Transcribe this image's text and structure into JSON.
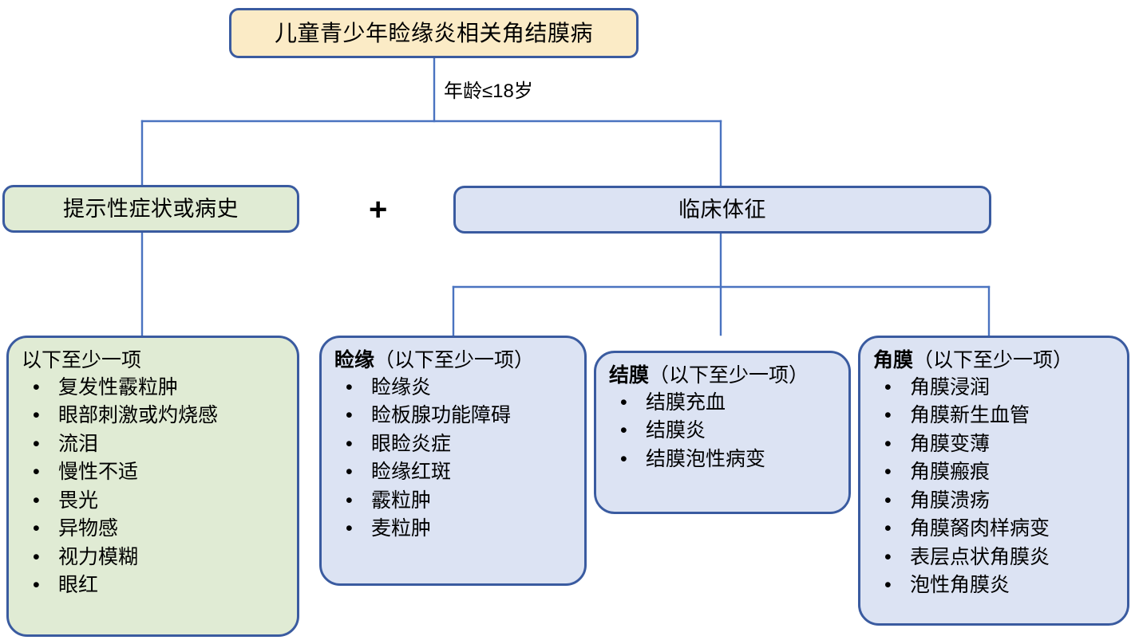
{
  "diagram": {
    "title_node": {
      "label": "儿童青少年睑缘炎相关角结膜病"
    },
    "edge_label_age": "年龄≤18岁",
    "plus_symbol": "+",
    "branch_left": {
      "header": "提示性症状或病史",
      "list_head_plain": "以下至少一项",
      "items": [
        "复发性霰粒肿",
        "眼部刺激或灼烧感",
        "流泪",
        "慢性不适",
        "畏光",
        "异物感",
        "视力模糊",
        "眼红"
      ]
    },
    "branch_right": {
      "header": "临床体征",
      "groups": [
        {
          "title_bold": "睑缘",
          "title_rest": "（以下至少一项）",
          "items": [
            "睑缘炎",
            "睑板腺功能障碍",
            "眼睑炎症",
            "睑缘红斑",
            "霰粒肿",
            "麦粒肿"
          ]
        },
        {
          "title_bold": "结膜",
          "title_rest": "（以下至少一项）",
          "items": [
            "结膜充血",
            "结膜炎",
            "结膜泡性病变"
          ]
        },
        {
          "title_bold": "角膜",
          "title_rest": "（以下至少一项）",
          "items": [
            "角膜浸润",
            "角膜新生血管",
            "角膜变薄",
            "角膜瘢痕",
            "角膜溃疡",
            "角膜胬肉样病变",
            "表层点状角膜炎",
            "泡性角膜炎"
          ]
        }
      ]
    },
    "bullet_glyph": "•",
    "colors": {
      "border": "#3A5BA0",
      "connector": "#4A73C0",
      "title_fill": "#FBEBC6",
      "green_fill": "#E0EBD4",
      "blue_fill": "#DCE3F3",
      "text": "#000000"
    }
  }
}
